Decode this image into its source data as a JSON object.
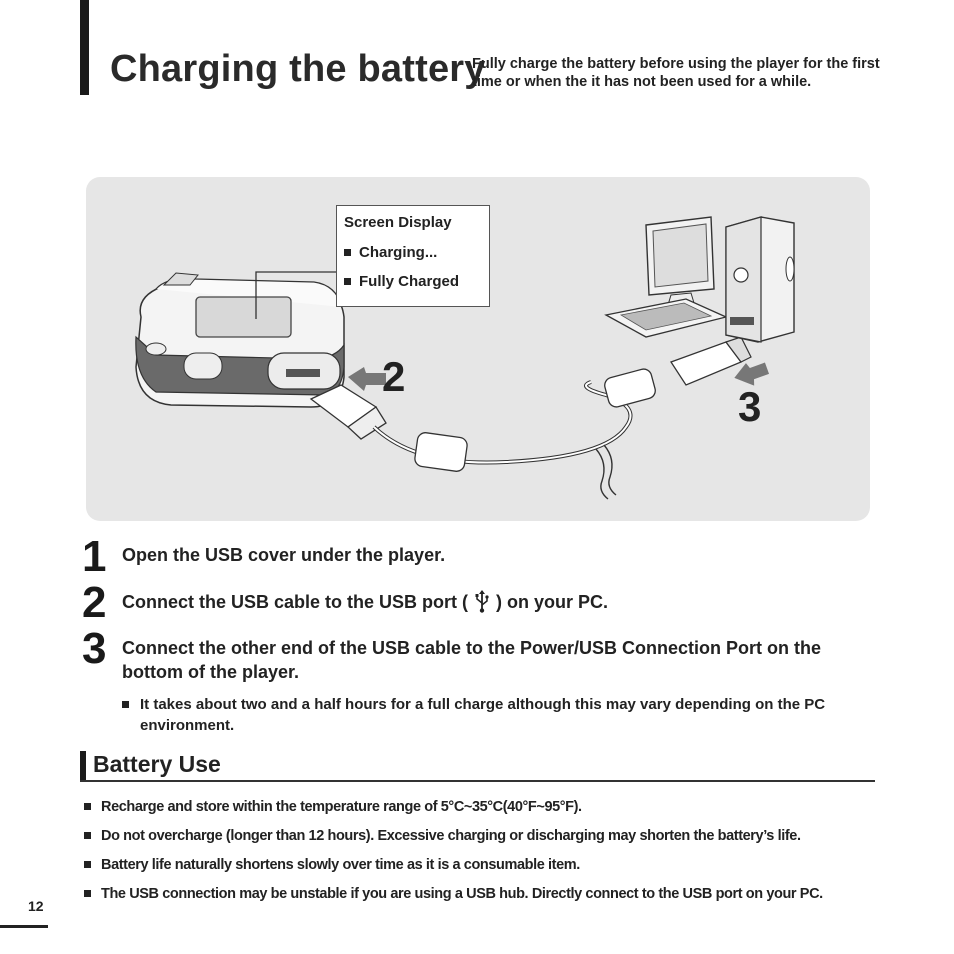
{
  "header": {
    "title": "Charging the battery",
    "subtitle": "Fully charge the battery before using the player for the first time or when the it has not been used for a while."
  },
  "illustration": {
    "screen_display": {
      "title": "Screen Display",
      "items": [
        "Charging...",
        "Fully Charged"
      ]
    },
    "callouts": [
      "2",
      "3"
    ],
    "icons": [
      "mp3-player-icon",
      "usb-cable-icon",
      "desktop-pc-icon",
      "arrow-icon"
    ]
  },
  "steps": [
    {
      "number": "1",
      "text": "Open the USB cover under the player."
    },
    {
      "number": "2",
      "text_before": "Connect the USB cable to the USB port (",
      "text_after": ") on your PC."
    },
    {
      "number": "3",
      "text": "Connect the other end of the USB cable to the Power/USB Connection Port on the bottom of the player."
    }
  ],
  "note": "It takes about two and a half hours for a full charge although this may vary depending on the PC environment.",
  "battery_use": {
    "title": "Battery Use",
    "items": [
      "Recharge and store within the temperature range of 5°C~35°C(40°F~95°F).",
      "Do not overcharge (longer than 12 hours). Excessive charging or discharging may shorten the battery’s life.",
      "Battery life naturally shortens slowly over time as it is a consumable item.",
      "The USB connection may be unstable if you are using a USB hub. Directly connect to the USB port on your PC."
    ]
  },
  "page_number": "12"
}
